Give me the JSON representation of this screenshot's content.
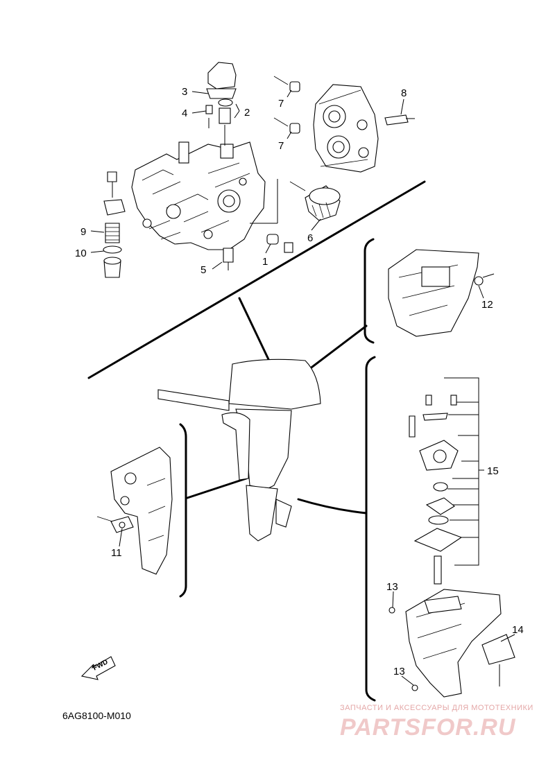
{
  "diagram_code": "6AG8100-M010",
  "fwd_label": "FWD",
  "watermark": {
    "subtitle": "ЗАПЧАСТИ И АКСЕССУАРЫ ДЛЯ МОТОТЕХНИКИ",
    "brand": "PARTSFOR.RU"
  },
  "callouts": {
    "c1": "1",
    "c2": "2",
    "c3": "3",
    "c4": "4",
    "c5": "5",
    "c6": "6",
    "c7a": "7",
    "c7b": "7",
    "c8": "8",
    "c9": "9",
    "c10": "10",
    "c11": "11",
    "c12": "12",
    "c13a": "13",
    "c13b": "13",
    "c14": "14",
    "c15": "15"
  }
}
